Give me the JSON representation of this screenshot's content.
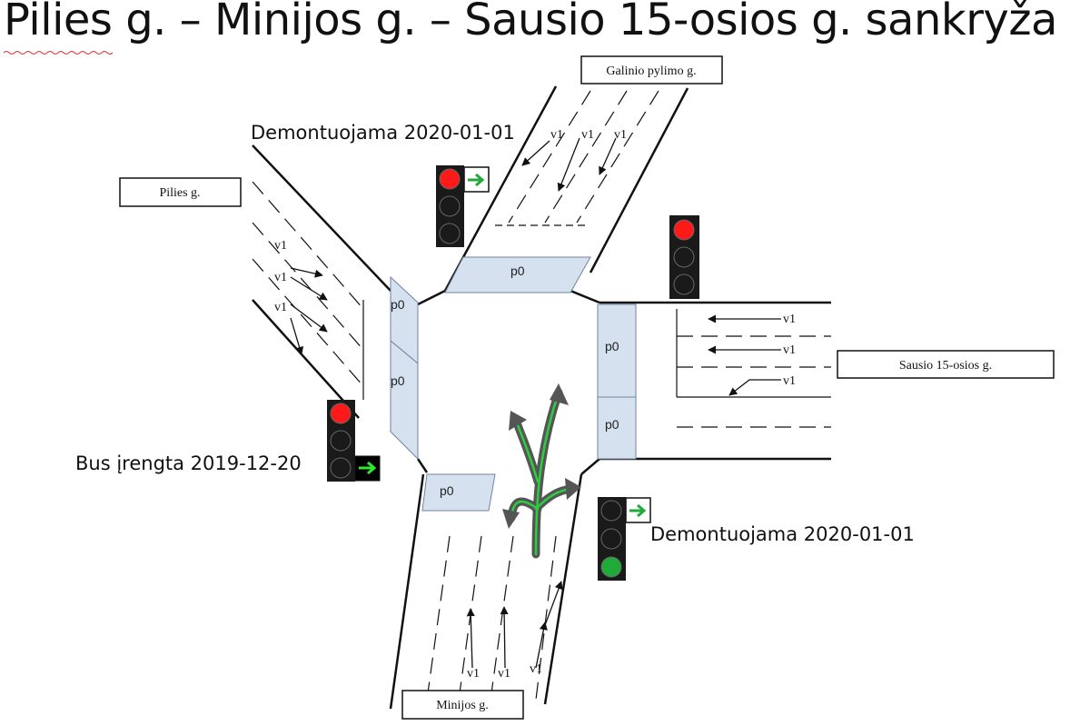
{
  "title": "Pilies g. – Minijos g. – Sausio 15-osios g. sankryža",
  "streets": {
    "north": "Galinio pylimo g.",
    "west": "Pilies g.",
    "east": "Sausio 15-osios g.",
    "south": "Minijos g."
  },
  "notes": {
    "north_signal": "Demontuojama 2020-01-01",
    "west_signal": "Bus įrengta 2019-12-20",
    "south_signal": "Demontuojama 2020-01-01"
  },
  "lane_code": "v1",
  "crossing_code": "p0",
  "colors": {
    "signal_red": "#ff1a1a",
    "signal_green": "#1faa3a",
    "arrow_green": "#2ecc40",
    "crosswalk": "#d5e1ef",
    "signal_body": "#1a1a1a"
  },
  "signals": [
    {
      "id": "north",
      "lamps": [
        "red",
        "off",
        "off"
      ],
      "extra_arrow": "green-right"
    },
    {
      "id": "east",
      "lamps": [
        "red",
        "off",
        "off"
      ],
      "extra_arrow": null
    },
    {
      "id": "west",
      "lamps": [
        "red",
        "off",
        "off"
      ],
      "extra_arrow": "green-right"
    },
    {
      "id": "south",
      "lamps": [
        "off",
        "off",
        "green"
      ],
      "extra_arrow": "green-right"
    }
  ]
}
